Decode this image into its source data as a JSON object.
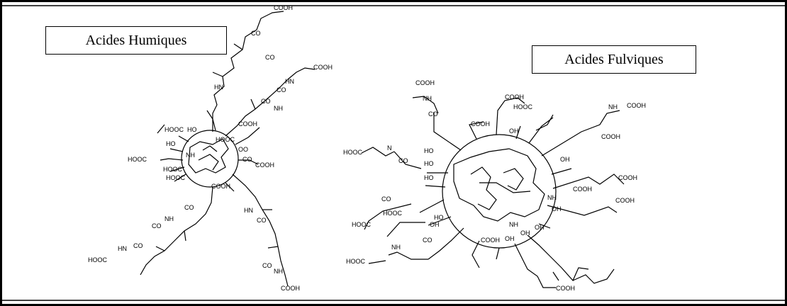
{
  "panels": {
    "humic": {
      "title": "Acides Humiques",
      "labels": [
        "COOH",
        "CO",
        "CO",
        "HN",
        "COOH",
        "HN",
        "CO",
        "CO",
        "NH",
        "COOH",
        "HOOC",
        "HO",
        "HO",
        "NH",
        "HOOC",
        "HOOC",
        "HOOC",
        "HOOC",
        "OO",
        "CO",
        "COOH",
        "COOH",
        "HN",
        "CO",
        "CO",
        "NH",
        "CO",
        "HN",
        "CO",
        "HOOC",
        "CO",
        "NH",
        "COOH"
      ]
    },
    "fulvic": {
      "title": "Acides Fulviques",
      "labels": [
        "COOH",
        "NH",
        "CO",
        "COOH",
        "HOOC",
        "COOH",
        "NH",
        "COOH",
        "OH",
        "COOH",
        "HOOC",
        "HO",
        "N",
        "CO",
        "HO",
        "HO",
        "OH",
        "COOH",
        "CO",
        "COOH",
        "NH",
        "COOH",
        "HOOC",
        "HO",
        "OH",
        "NH",
        "OH",
        "OH",
        "OH",
        "COOH",
        "HOOC",
        "OH",
        "HOOC",
        "NH",
        "CO",
        "COOH"
      ]
    }
  },
  "colors": {
    "frame": "#000000",
    "ink": "#000000",
    "background": "#ffffff"
  }
}
